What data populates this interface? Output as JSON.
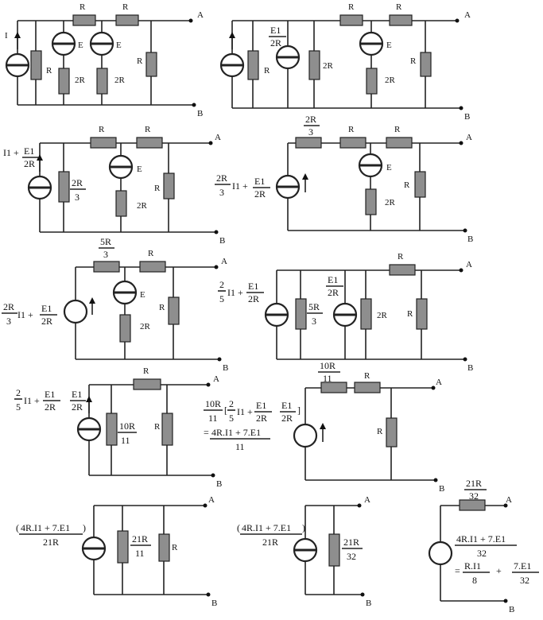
{
  "labels": {
    "R": "R",
    "twoR": "2R",
    "A": "A",
    "B": "B",
    "I1": "I",
    "sub1": "1",
    "E1": "E",
    "plus": "+",
    "bracketL": "[",
    "bracketR": "]",
    "parenL": "(",
    "parenR": ")",
    "eq": "="
  },
  "fractions": {
    "E1_over_2R": {
      "num": "E1",
      "den": "2R"
    },
    "twoR_over_3": {
      "num": "2R",
      "den": "3"
    },
    "fiveR_over_3": {
      "num": "5R",
      "den": "3"
    },
    "two_over_5": {
      "num": "2",
      "den": "5"
    },
    "tenR_over_11": {
      "num": "10R",
      "den": "11"
    },
    "twentyoneR_over_11": {
      "num": "21R",
      "den": "11"
    },
    "twentyoneR_over_32": {
      "num": "21R",
      "den": "32"
    },
    "fourRI1_7E1_over_21R": {
      "num": "4R.I1 + 7.E1",
      "den": "21R"
    },
    "fourRI1_7E1_over_11": {
      "num": "4R.I1 + 7.E1",
      "den": "11"
    },
    "fourRI1_7E1_over_32": {
      "num": "4R.I1 + 7.E1",
      "den": "32"
    },
    "RI1_over_8": {
      "num": "R.I1",
      "den": "8"
    },
    "sevenE1_over_32": {
      "num": "7.E1",
      "den": "32"
    }
  },
  "text": {
    "I1_plus": "I1 +",
    "twoR3_paren_I1_plus": "2R/3 . (I1 +",
    "two5_paren_I1_plus": "2/5 (I1 +",
    "tenR11_bracket": "10R/11 [ 2/5 (I1 +"
  }
}
